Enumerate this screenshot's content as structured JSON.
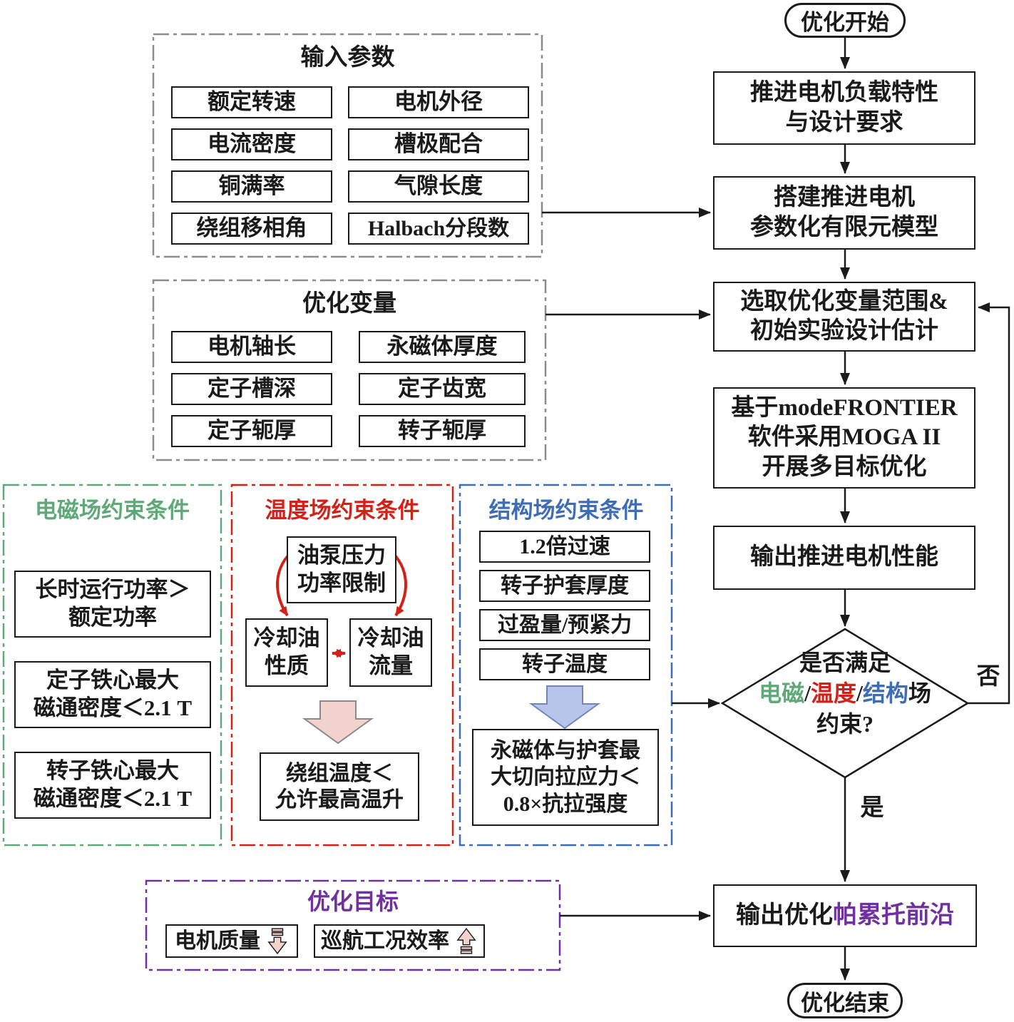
{
  "colors": {
    "green": "#5FA878",
    "red": "#D32117",
    "blue": "#3E6CB5",
    "purple": "#7030A0",
    "gray_dash": "#8C8C8C",
    "pink_fill": "#F2D2CD",
    "blue_arrow_fill": "#B9C5E8",
    "black": "#1A1A1A"
  },
  "input_params": {
    "title": "输入参数",
    "items": [
      "额定转速",
      "电机外径",
      "电流密度",
      "槽极配合",
      "铜满率",
      "气隙长度",
      "绕组移相角",
      "Halbach分段数"
    ]
  },
  "opt_vars": {
    "title": "优化变量",
    "items": [
      "电机轴长",
      "永磁体厚度",
      "定子槽深",
      "定子齿宽",
      "定子轭厚",
      "转子轭厚"
    ]
  },
  "em_constraints": {
    "title": "电磁场约束条件",
    "items": [
      "长时运行功率＞\n额定功率",
      "定子铁心最大\n磁通密度＜2.1 T",
      "转子铁心最大\n磁通密度＜2.1 T"
    ]
  },
  "thermal_constraints": {
    "title": "温度场约束条件",
    "pump": "油泵压力\n功率限制",
    "oil_props": "冷却油\n性质",
    "oil_flow": "冷却油\n流量",
    "result": "绕组温度＜\n允许最高温升"
  },
  "struct_constraints": {
    "title": "结构场约束条件",
    "items": [
      "1.2倍过速",
      "转子护套厚度",
      "过盈量/预紧力",
      "转子温度"
    ],
    "result": "永磁体与护套最\n大切向拉应力＜\n0.8×抗拉强度"
  },
  "objectives": {
    "title": "优化目标",
    "mass": "电机质量",
    "mass_trend_icon": "arrow-down",
    "efficiency": "巡航工况效率",
    "efficiency_trend_icon": "arrow-up"
  },
  "flow": {
    "start": "优化开始",
    "step1": "推进电机负载特性\n与设计要求",
    "step2": "搭建推进电机\n参数化有限元模型",
    "step3": "选取优化变量范围&\n初始实验设计估计",
    "step4": "基于modeFRONTIER\n软件采用MOGA II\n开展多目标优化",
    "step5": "输出推进电机性能",
    "decision": {
      "line1": "是否满足",
      "em": "电磁",
      "sep1": "/",
      "thermal": "温度",
      "sep2": "/",
      "structure": "结构",
      "suffix": "场",
      "line3": "约束?"
    },
    "no_label": "否",
    "yes_label": "是",
    "output_prefix": "输出优化",
    "output_highlight": "帕累托前沿",
    "end": "优化结束"
  }
}
